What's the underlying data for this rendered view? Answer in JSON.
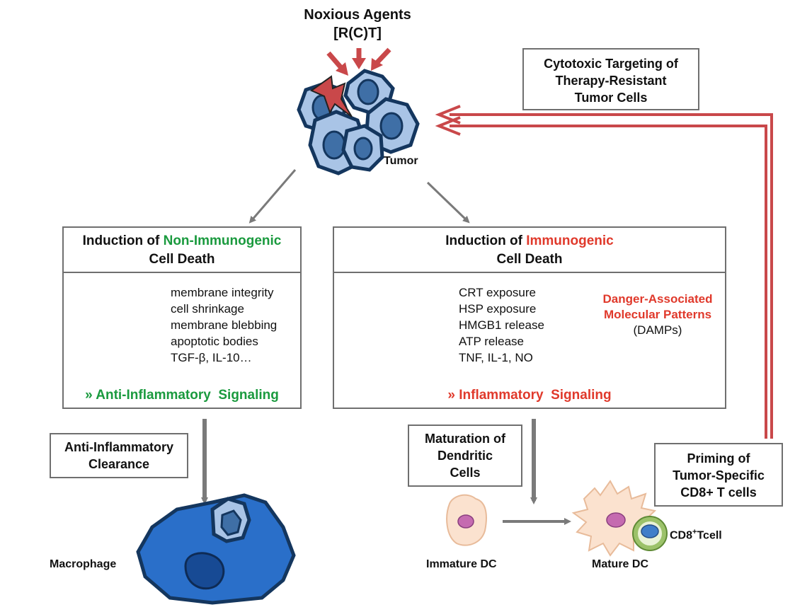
{
  "header": {
    "title_line1": "Noxious Agents",
    "title_line2": "[R(C)T]"
  },
  "tumor_label": "Tumor",
  "cytotoxic_box": {
    "line1": "Cytotoxic Targeting of",
    "line2": "Therapy-Resistant",
    "line3": "Tumor Cells"
  },
  "left_panel": {
    "title_prefix": "Induction of ",
    "title_highlight": "Non-Immunogenic",
    "title_line2": "Cell Death",
    "features": [
      "membrane integrity",
      "cell shrinkage",
      "membrane blebbing",
      "apoptotic bodies",
      "TGF-β, IL-10…"
    ],
    "signaling": "» Anti-Inflammatory  Signaling"
  },
  "right_panel": {
    "title_prefix": "Induction of ",
    "title_highlight": "Immunogenic",
    "title_line2": "Cell Death",
    "features": [
      "CRT exposure",
      "HSP exposure",
      "HMGB1 release",
      "ATP release",
      "TNF, IL-1, NO"
    ],
    "damps_line1": "Danger-Associated",
    "damps_line2": "Molecular Patterns",
    "damps_line3": "(DAMPs)",
    "signaling": "» Inflammatory  Signaling"
  },
  "clearance_box": {
    "line1": "Anti-Inflammatory",
    "line2": "Clearance"
  },
  "maturation_box": {
    "line1": "Maturation of",
    "line2": "Dendritic",
    "line3": "Cells"
  },
  "priming_box": {
    "line1": "Priming of",
    "line2": "Tumor-Specific",
    "line3": "CD8+ T cells"
  },
  "labels": {
    "macrophage": "Macrophage",
    "immature_dc": "Immature DC",
    "mature_dc": "Mature DC",
    "cd8_main": "CD8",
    "cd8_sup": "+",
    "cd8_rest": "Tcell"
  },
  "colors": {
    "accent_red": "#e0392b",
    "accent_green": "#1a9a3e",
    "arrow_red": "#c9484a",
    "arrow_gray": "#7a7a7a",
    "cell_fill": "#a9c4e6",
    "cell_border": "#14365e",
    "macrophage_fill": "#2a6fc9"
  }
}
